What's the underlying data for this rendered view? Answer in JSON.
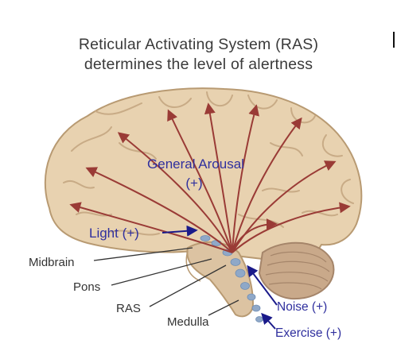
{
  "title": {
    "line1": "Reticular Activating System (RAS)",
    "line2": "determines the level of alertness"
  },
  "labels": {
    "general_arousal": "General Arousal",
    "general_arousal_sign": "(+)",
    "light": "Light (+)",
    "midbrain": "Midbrain",
    "pons": "Pons",
    "ras": "RAS",
    "medulla": "Medulla",
    "noise": "Noise (+)",
    "exercise": "Exercise (+)"
  },
  "colors": {
    "cortex": "#e8d2b0",
    "cortex_outline": "#b89a72",
    "gyrus_line": "#c8ab86",
    "arrow": "#9a3b36",
    "input_label": "#2f2f9e",
    "input_arrow": "#1a1a8a",
    "ras_dots": "#8fa8c8",
    "structure_label": "#333333",
    "leader_line": "#333333",
    "cerebellum": "#c9a98a"
  }
}
